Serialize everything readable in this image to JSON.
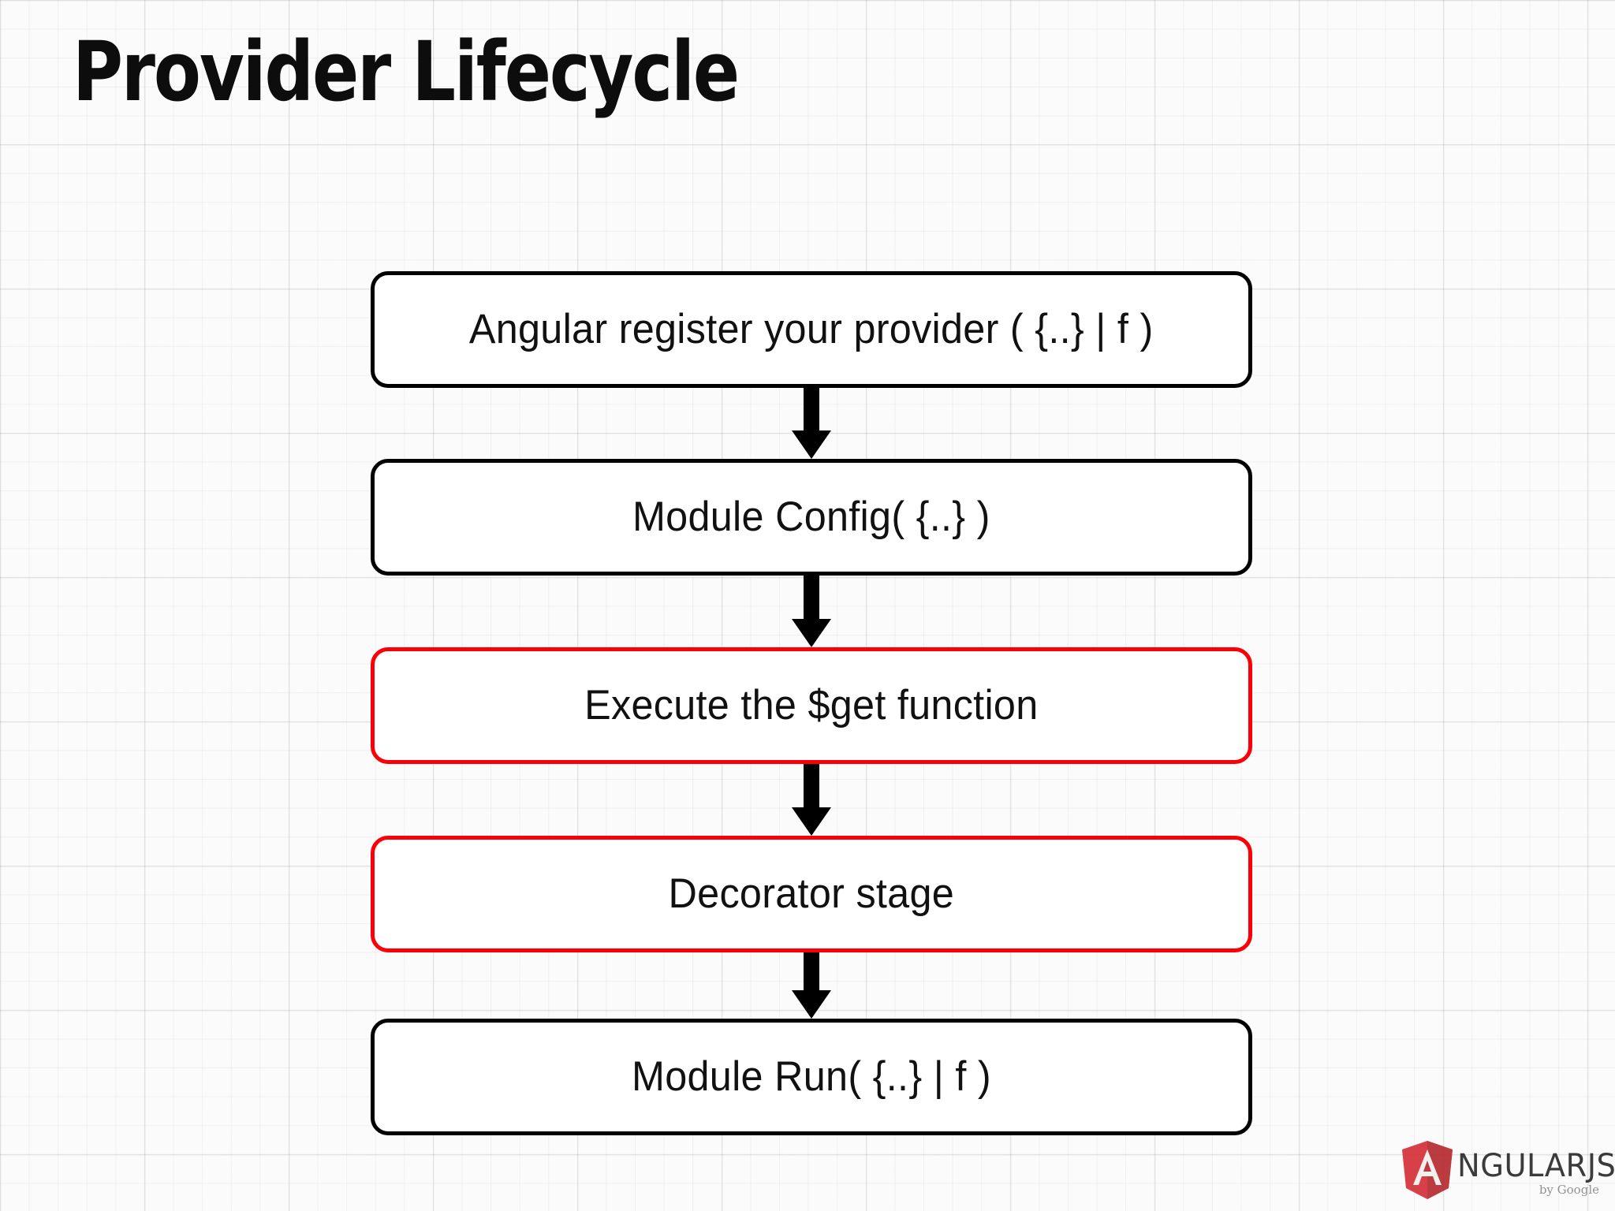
{
  "slide": {
    "title": "Provider Lifecycle",
    "background_color": "#fbfbfb",
    "grid": "graph-paper"
  },
  "diagram": {
    "type": "flowchart",
    "orientation": "vertical",
    "colors": {
      "default_border": "#000000",
      "highlight_border": "#fb0007",
      "node_fill": "#ffffff",
      "arrow": "#000000"
    },
    "nodes": [
      {
        "label": "Angular register your provider ( {..} | f )",
        "style": "black",
        "highlighted": false
      },
      {
        "label": "Module Config( {..} )",
        "style": "black",
        "highlighted": false
      },
      {
        "label": "Execute the $get function",
        "style": "red",
        "highlighted": true
      },
      {
        "label": "Decorator stage",
        "style": "red",
        "highlighted": true
      },
      {
        "label": "Module Run( {..} | f )",
        "style": "black",
        "highlighted": false
      }
    ],
    "arrows": [
      {
        "from": "Angular register your provider ( {..} | f )",
        "to": "Module Config( {..} )"
      },
      {
        "from": "Module Config( {..} )",
        "to": "Execute the $get function"
      },
      {
        "from": "Execute the $get function",
        "to": "Decorator stage"
      },
      {
        "from": "Decorator stage",
        "to": "Module Run( {..} | f )"
      }
    ]
  },
  "logo": {
    "name": "angularjs-logo",
    "word": "NGULARJS",
    "byline": "by Google",
    "shield_color": "#d6313a"
  }
}
